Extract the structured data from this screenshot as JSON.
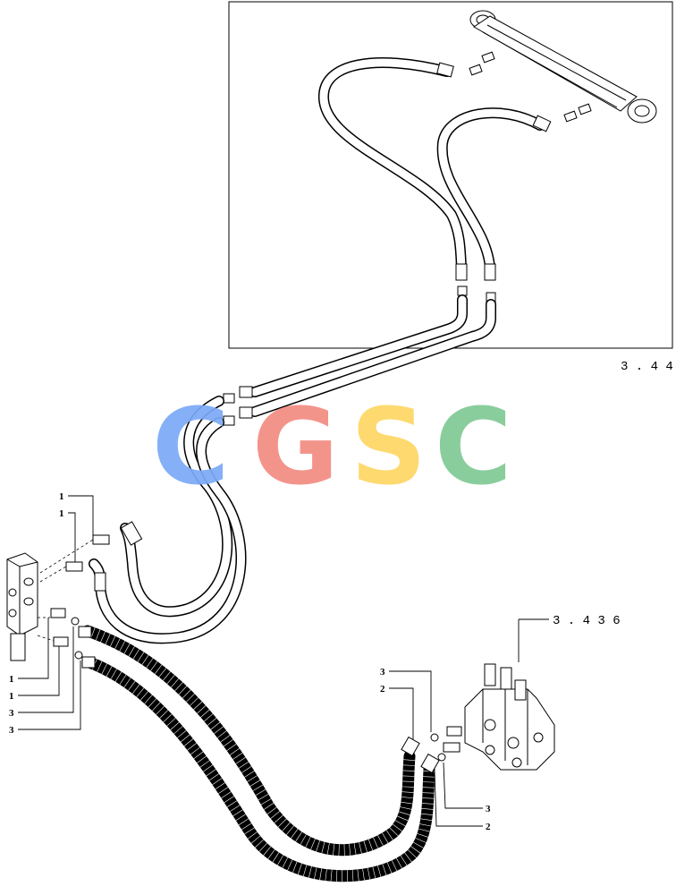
{
  "references": {
    "inset_ref": "3 . 4 4",
    "valve_ref": "3 . 4 3 6"
  },
  "callouts": [
    {
      "id": "c1",
      "text": "1"
    },
    {
      "id": "c2",
      "text": "1"
    },
    {
      "id": "c3",
      "text": "1"
    },
    {
      "id": "c4",
      "text": "1"
    },
    {
      "id": "c5",
      "text": "3"
    },
    {
      "id": "c6",
      "text": "3"
    },
    {
      "id": "c7",
      "text": "3"
    },
    {
      "id": "c8",
      "text": "2"
    },
    {
      "id": "c9",
      "text": "3"
    },
    {
      "id": "c10",
      "text": "2"
    }
  ],
  "watermark": {
    "letters": [
      "C",
      "G",
      "S",
      "C"
    ],
    "colors": [
      "#7baaf7",
      "#f28b82",
      "#fdd663",
      "#81c995"
    ]
  }
}
